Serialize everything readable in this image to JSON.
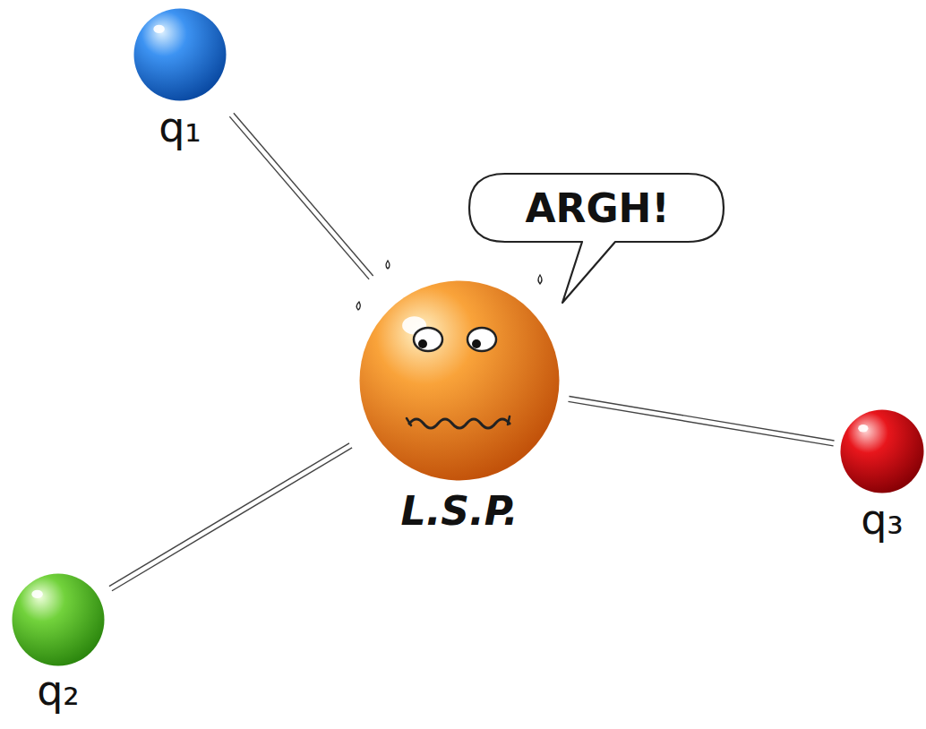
{
  "diagram": {
    "nodes": [
      {
        "text": [
          "q₁"
        ]
      },
      {
        "text": [
          "ARGH!"
        ]
      },
      {
        "text": [
          "L.S.P."
        ]
      },
      {
        "text": [
          "q₃"
        ]
      },
      {
        "text": [
          "q₂"
        ]
      }
    ],
    "edges": [
      {
        "from": 0,
        "to": 2,
        "arrow": "none"
      },
      {
        "from": 2,
        "to": 3,
        "arrow": "none"
      },
      {
        "from": 4,
        "to": 2,
        "arrow": "none"
      }
    ]
  }
}
